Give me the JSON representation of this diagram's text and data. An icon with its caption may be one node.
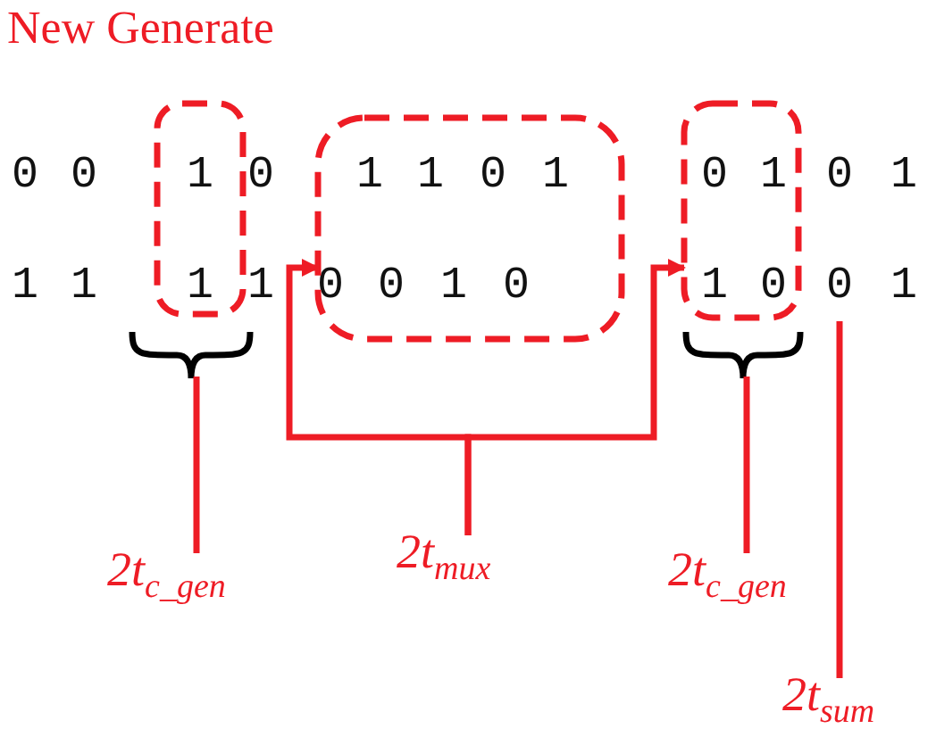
{
  "diagram": {
    "title": "New Generate",
    "nodes": [
      {
        "text": [],
        "shape": "box"
      },
      {
        "text": [],
        "shape": "box"
      },
      {
        "text": [],
        "shape": "box"
      },
      {
        "text": [],
        "shape": "bracket"
      },
      {
        "text": [],
        "shape": "bracket"
      },
      {
        "text": [
          "2t$_{c_gen}$"
        ]
      },
      {
        "text": [
          "2t$_{mux}$"
        ]
      },
      {
        "text": [
          "2t$_{c_gen}$"
        ]
      },
      {
        "text": [
          "2t$_{sum}$"
        ]
      }
    ],
    "edges": [
      {
        "from": 5,
        "to": 3,
        "arrow": "none"
      },
      {
        "from": 6,
        "to": 1,
        "arrow": "to"
      },
      {
        "from": 6,
        "to": 2,
        "arrow": "to"
      },
      {
        "from": 7,
        "to": 4,
        "arrow": "none"
      },
      {
        "from": 8,
        "to": null,
        "arrow": "none"
      }
    ],
    "labels": [
      "0",
      "0",
      "1",
      "0",
      "1",
      "1",
      "0",
      "1",
      "0",
      "1",
      "0",
      "1",
      "1",
      "1",
      "1",
      "1",
      "0",
      "0",
      "1",
      "0",
      "1",
      "0",
      "0",
      "1"
    ]
  }
}
